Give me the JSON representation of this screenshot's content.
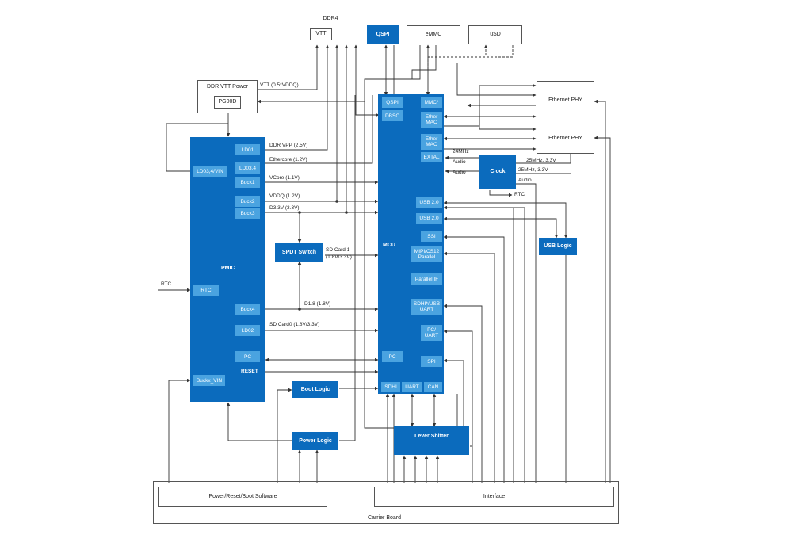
{
  "colors": {
    "block": "#0b6bbd",
    "sub_block": "#4aa3e0",
    "line": "#333333"
  },
  "carrier_board": {
    "label": "Carrier Board"
  },
  "ddr4": {
    "label": "DDR4",
    "vtt": "VTT"
  },
  "qspi_chip": "QSPI",
  "emmc_chip": "eMMC",
  "usd_chip": "uSD",
  "ddr_vtt_power": {
    "label": "DDR VTT Power",
    "pgood": "PG00D"
  },
  "ethernet_phy_1": "Ethernet PHY",
  "ethernet_phy_2": "Ethernet PHY",
  "pmic": {
    "label": "PMIC",
    "ldo1": "LD01",
    "ldo34": "LD03,4",
    "ldo34_vin": "LD03,4/VIN",
    "buck1": "Buck1",
    "buck2": "Buck2",
    "buck3": "Buck3",
    "rtc": "RTC",
    "buck4": "Buck4",
    "ldo2": "LD02",
    "pc": "PC",
    "reset": "RESET",
    "buckx_vin": "Buckx_VIN"
  },
  "mcu": {
    "label": "MCU",
    "qspi": "QSPI",
    "dbsc": "DBSC",
    "mmc": "MMC*",
    "ether_mac_1": "Ether MAC",
    "ether_mac_2": "Ether MAC",
    "extal": "EXTAL",
    "usb20_1": "USB 2.0",
    "usb20_2": "USB 2.0",
    "ssi": "SSI",
    "mipi_csi2": "MIPI/CS12 Parallel",
    "parallel_if": "Parallel IF",
    "sdhi_usb_uart": "SDHI*/USB UART",
    "pc_uart": "PC/ UART",
    "pc": "PC",
    "spi": "SPI",
    "sdhi": "SDHI",
    "uart": "UART",
    "can": "CAN"
  },
  "clock": "Clock",
  "spdt_switch": "SPDT Switch",
  "usb_logic": "USB Logic",
  "boot_logic": "Boot Logic",
  "power_logic": "Power Logic",
  "level_shifter": "Lever Shifter",
  "power_reset_boot_sw": "Power/Reset/Boot Software",
  "interface": "Interface",
  "signals": {
    "vtt_vddq": "VTT (0.5*VDDQ)",
    "ddr_vpp": "DDR VPP (2.5V)",
    "ethercore": "Ethercore (1.2V)",
    "vcore": "VCore (1.1V)",
    "vddq": "VDDQ (1.2V)",
    "d33": "D3.3V (3.3V)",
    "sd_card1_line1": "SD Card 1",
    "sd_card1_line2": "(1.8V/3.3V)",
    "d18": "D1.8 (1.8V)",
    "sd_card0": "SD Card0 (1.8V/3.3V)",
    "mhz24": "24MHz",
    "audio_1": "Audio",
    "audio_2": "Audio",
    "audio_3": "Audio",
    "mhz25_1": "25MHz, 3.3V",
    "mhz25_2": "25MHz, 3.3V",
    "rtc_out": "RTC",
    "rtc_in": "RTC"
  }
}
